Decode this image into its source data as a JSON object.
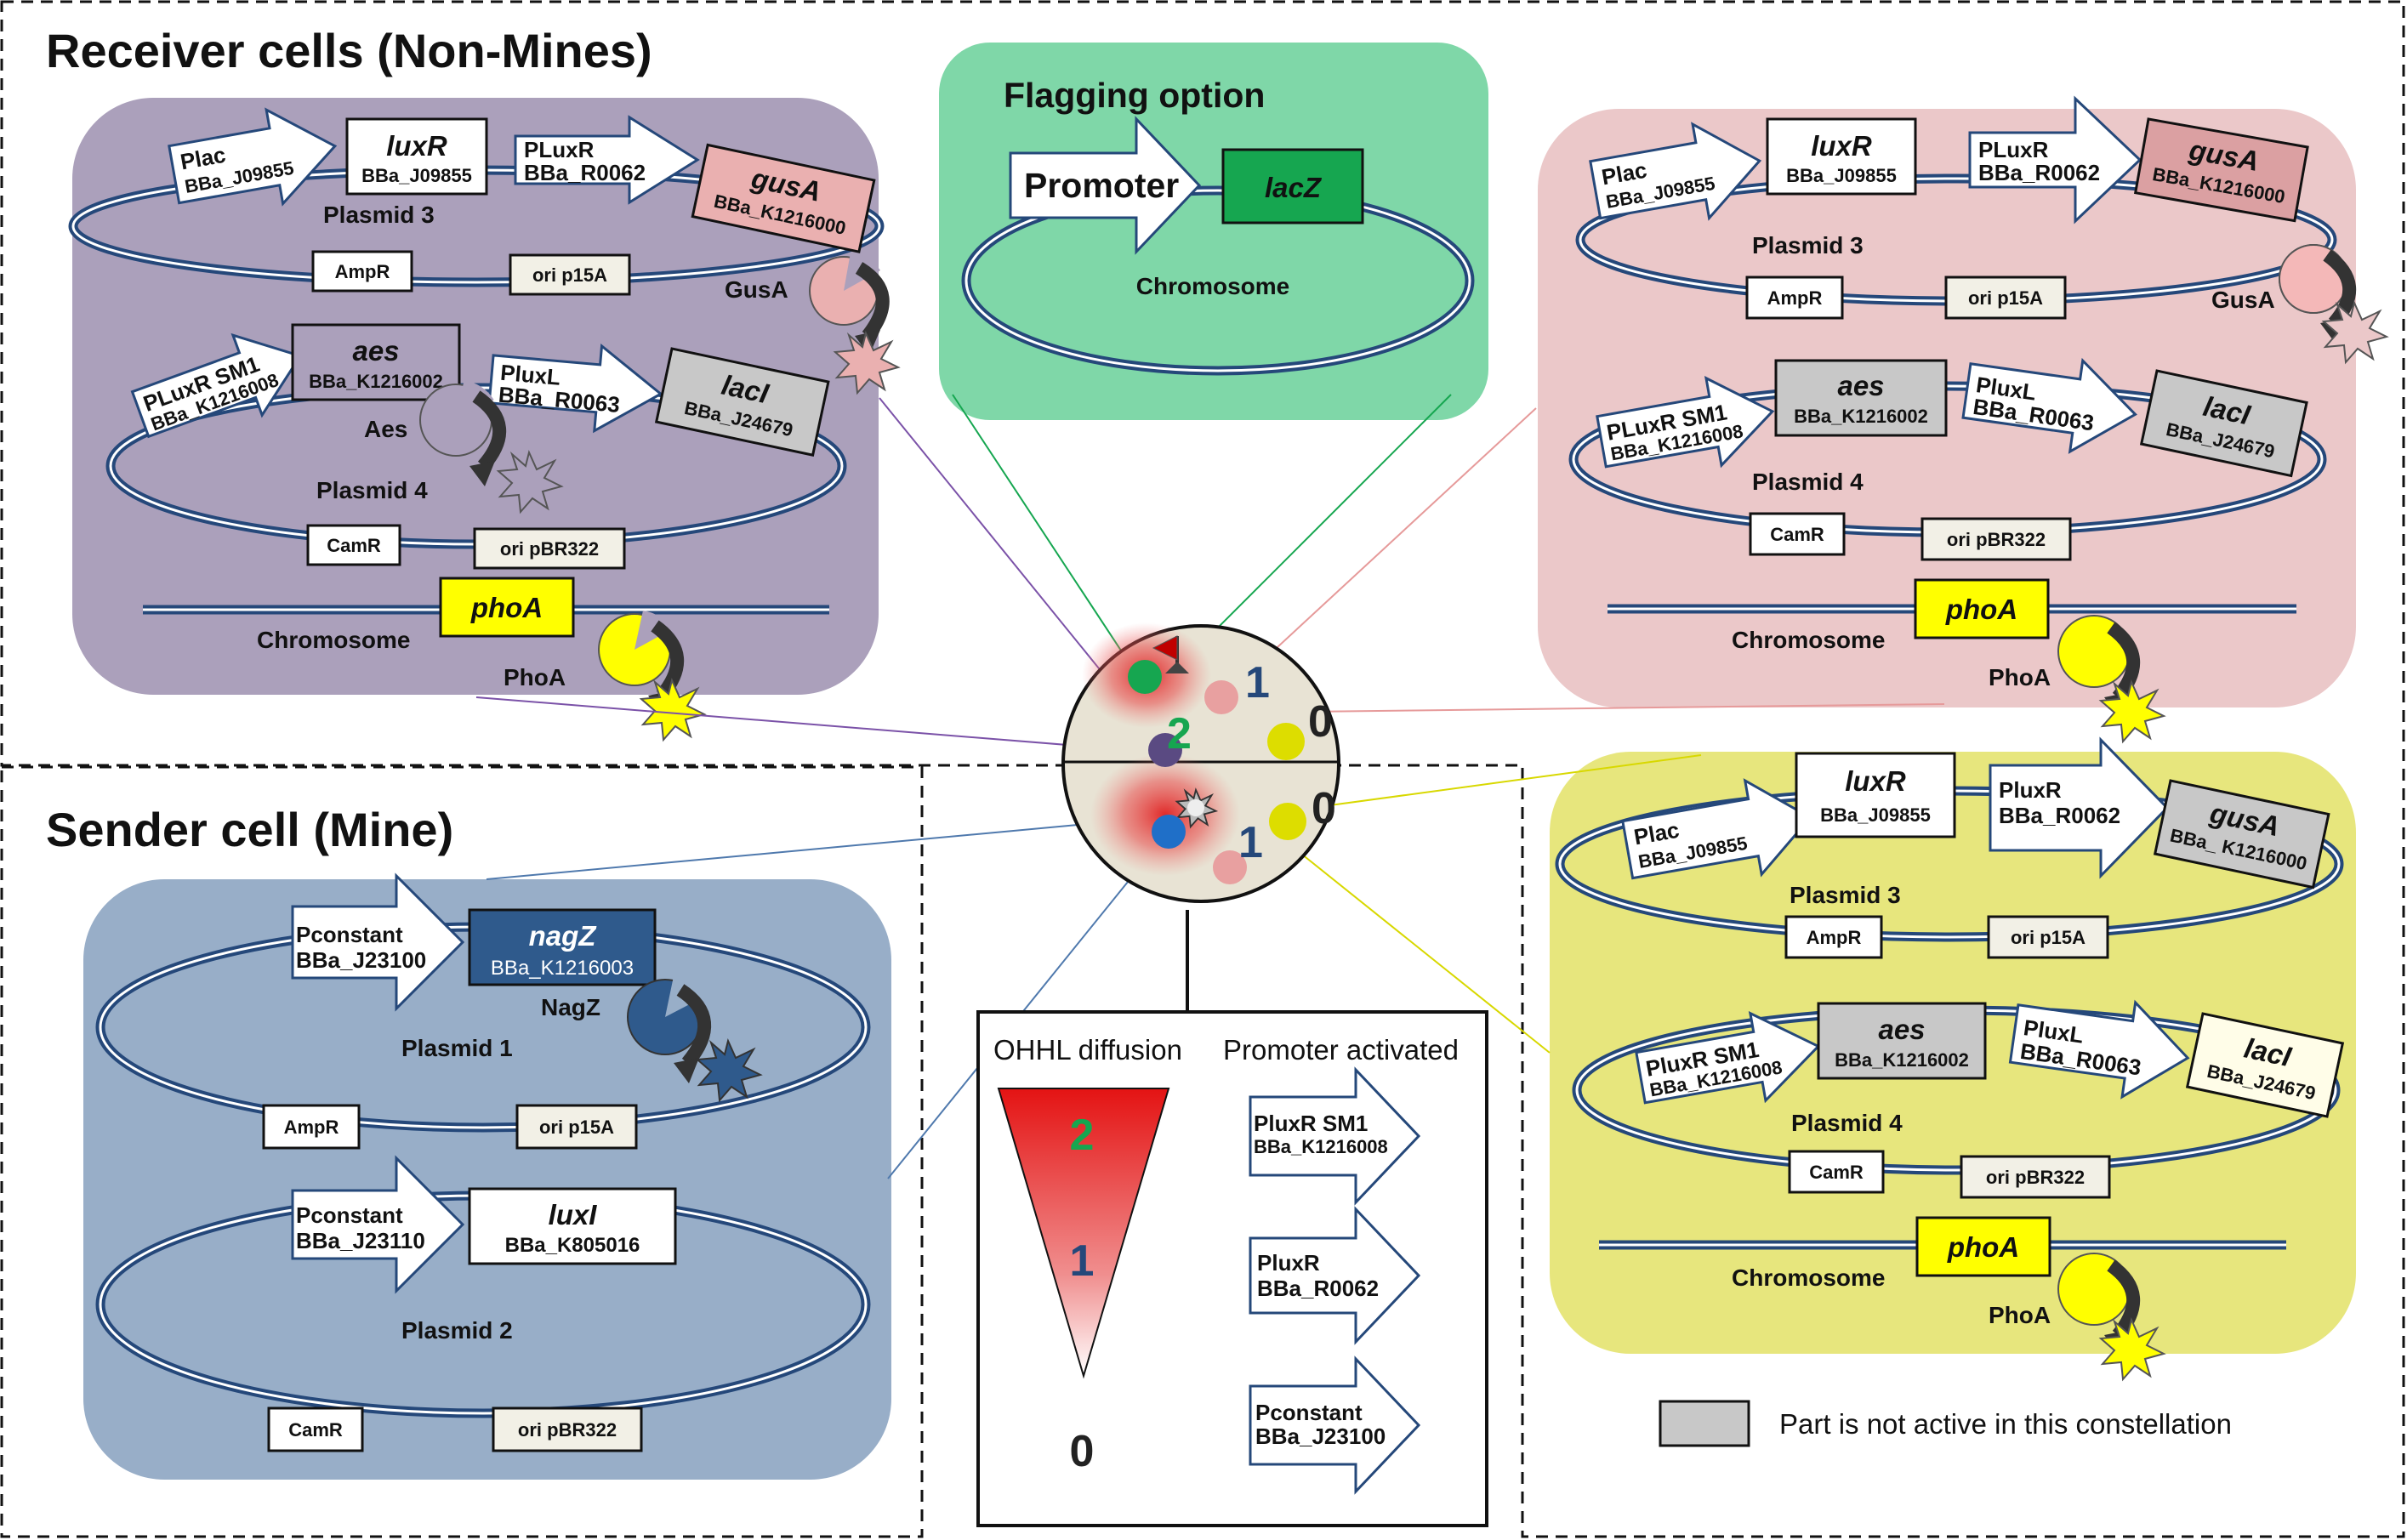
{
  "sections": {
    "receiver_title": "Receiver cells (Non-Mines)",
    "sender_title": "Sender cell (Mine)",
    "flagging_title": "Flagging option"
  },
  "flagging": {
    "promoter": "Promoter",
    "gene": "lacZ",
    "chromosome": "Chromosome"
  },
  "receiver_purple": {
    "plac": "Plac",
    "plac_id": "BBa_J09855",
    "luxr": "luxR",
    "luxr_id": "BBa_J09855",
    "pluxr": "PLuxR",
    "pluxr_id": "BBa_R0062",
    "gusa": "gusA",
    "gusa_id": "BBa_K1216000",
    "plasmid3": "Plasmid 3",
    "ampr": "AmpR",
    "ori1": "ori p15A",
    "gusa_protein": "GusA",
    "pluxr_sm1": "PLuxR SM1",
    "pluxr_sm1_id": "BBa_K1216008",
    "aes": "aes",
    "aes_id": "BBa_K1216002",
    "pluxl": "PluxL",
    "pluxl_id": "BBa_R0063",
    "laci": "lacI",
    "laci_id": "BBa_J24679",
    "aes_protein": "Aes",
    "plasmid4": "Plasmid 4",
    "camr": "CamR",
    "ori2": "ori pBR322",
    "phoa": "phoA",
    "chromosome": "Chromosome",
    "phoa_protein": "PhoA"
  },
  "receiver_pink": {
    "plac": "Plac",
    "plac_id": "BBa_J09855",
    "luxr": "luxR",
    "luxr_id": "BBa_J09855",
    "pluxr": "PLuxR",
    "pluxr_id": "BBa_R0062",
    "gusa": "gusA",
    "gusa_id": "BBa_K1216000",
    "plasmid3": "Plasmid 3",
    "ampr": "AmpR",
    "ori1": "ori p15A",
    "gusa_protein": "GusA",
    "pluxr_sm1": "PLuxR SM1",
    "pluxr_sm1_id": "BBa_K1216008",
    "aes": "aes",
    "aes_id": "BBa_K1216002",
    "pluxl": "PluxL",
    "pluxl_id": "BBa_R0063",
    "laci": "lacI",
    "laci_id": "BBa_J24679",
    "plasmid4": "Plasmid 4",
    "camr": "CamR",
    "ori2": "ori pBR322",
    "phoa": "phoA",
    "chromosome": "Chromosome",
    "phoa_protein": "PhoA"
  },
  "receiver_yellow": {
    "plac": "Plac",
    "plac_id": "BBa_J09855",
    "luxr": "luxR",
    "luxr_id": "BBa_J09855",
    "pluxr": "PluxR",
    "pluxr_id": "BBa_R0062",
    "gusa": "gusA",
    "gusa_id": "BBa_ K1216000",
    "plasmid3": "Plasmid 3",
    "ampr": "AmpR",
    "ori1": "ori p15A",
    "pluxr_sm1": "PluxR SM1",
    "pluxr_sm1_id": "BBa_K1216008",
    "aes": "aes",
    "aes_id": "BBa_K1216002",
    "pluxl": "PluxL",
    "pluxl_id": "BBa_R0063",
    "laci": "lacI",
    "laci_id": "BBa_J24679",
    "plasmid4": "Plasmid 4",
    "camr": "CamR",
    "ori2": "ori pBR322",
    "phoa": "phoA",
    "chromosome": "Chromosome",
    "phoa_protein": "PhoA"
  },
  "sender": {
    "pconstant1": "Pconstant",
    "pconstant1_id": "BBa_J23100",
    "nagz": "nagZ",
    "nagz_id": "BBa_K1216003",
    "nagz_protein": "NagZ",
    "plasmid1": "Plasmid 1",
    "ampr": "AmpR",
    "ori1": "ori p15A",
    "pconstant2": "Pconstant",
    "pconstant2_id": "BBa_J23110",
    "luxi": "luxI",
    "luxi_id": "BBa_K805016",
    "plasmid2": "Plasmid 2",
    "camr": "CamR",
    "ori2": "ori pBR322"
  },
  "dish": {
    "n1_top": "1",
    "n0_top": "0",
    "n2": "2",
    "n0_bottom": "0",
    "n1_bottom": "1"
  },
  "legend_box": {
    "diffusion_label": "OHHL diffusion",
    "promoter_label": "Promoter activated",
    "level2": "2",
    "level1": "1",
    "level0": "0",
    "p1": "PluxR SM1",
    "p1_id": "BBa_K1216008",
    "p2": "PluxR",
    "p2_id": "BBa_R0062",
    "p3": "Pconstant",
    "p3_id": "BBa_J23100"
  },
  "inactive_legend": "Part is not active in this constellation",
  "colors": {
    "purple_panel": "#aba0bb",
    "pink_panel": "#ebc8c9",
    "yellow_panel": "#e7e67d",
    "blue_panel": "#98aec8",
    "green_panel": "#7fd7a8",
    "phoa_yellow": "#ffff00",
    "lacz_green": "#16a650",
    "nagz_blue": "#2f5a8c",
    "inactive_gray": "#c8c8c8",
    "plasmid_line": "#25487a"
  }
}
